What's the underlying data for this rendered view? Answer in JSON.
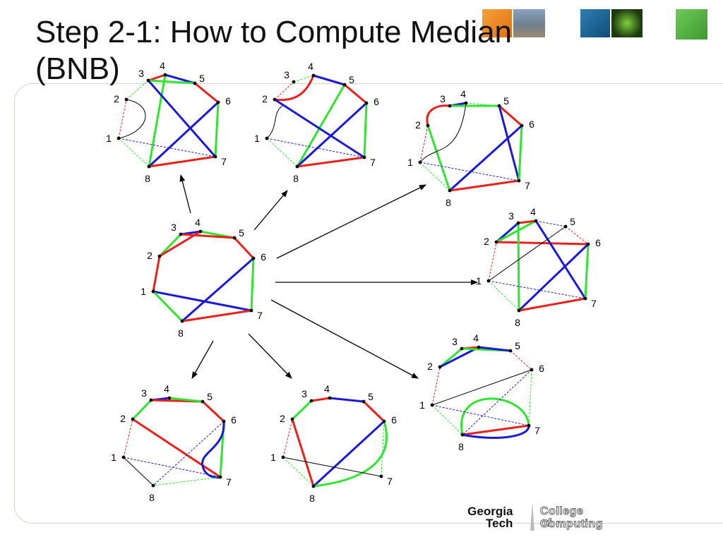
{
  "slide": {
    "title": "Step 2-1: How to Compute Median\n(BNB)",
    "logo": {
      "line1": "Georgia",
      "line2": "Tech",
      "sub1": "College of",
      "sub2": "Computing"
    }
  },
  "colors": {
    "red": "#e8211b",
    "green": "#2ee62e",
    "blue": "#1a1ad6",
    "black": "#000000"
  },
  "nodes": [
    "1",
    "2",
    "3",
    "4",
    "5",
    "6",
    "7",
    "8"
  ],
  "graphs": [
    {
      "id": "center",
      "edges": [
        {
          "a": "3",
          "b": "4",
          "c": "blue",
          "t": "solid"
        },
        {
          "a": "4",
          "b": "5",
          "c": "green",
          "t": "solid"
        },
        {
          "a": "3",
          "b": "5",
          "c": "red",
          "t": "solid"
        },
        {
          "a": "2",
          "b": "3",
          "c": "green",
          "t": "solid"
        },
        {
          "a": "2",
          "b": "4",
          "c": "red",
          "t": "solid"
        },
        {
          "a": "5",
          "b": "6",
          "c": "red",
          "t": "solid"
        },
        {
          "a": "1",
          "b": "2",
          "c": "red",
          "t": "solid"
        },
        {
          "a": "6",
          "b": "7",
          "c": "green",
          "t": "solid"
        },
        {
          "a": "1",
          "b": "7",
          "c": "blue",
          "t": "solid"
        },
        {
          "a": "6",
          "b": "8",
          "c": "blue",
          "t": "solid"
        },
        {
          "a": "7",
          "b": "8",
          "c": "red",
          "t": "solid"
        },
        {
          "a": "1",
          "b": "8",
          "c": "green",
          "t": "solid"
        }
      ]
    },
    {
      "id": "top-left",
      "edges": [
        {
          "a": "3",
          "b": "4",
          "c": "red",
          "t": "solid"
        },
        {
          "a": "4",
          "b": "5",
          "c": "blue",
          "t": "solid"
        },
        {
          "a": "3",
          "b": "5",
          "c": "green",
          "t": "solid"
        },
        {
          "a": "5",
          "b": "6",
          "c": "red",
          "t": "solid"
        },
        {
          "a": "6",
          "b": "7",
          "c": "green",
          "t": "solid"
        },
        {
          "a": "4",
          "b": "8",
          "c": "green",
          "t": "solid"
        },
        {
          "a": "3",
          "b": "7",
          "c": "blue",
          "t": "solid"
        },
        {
          "a": "6",
          "b": "8",
          "c": "blue",
          "t": "solid"
        },
        {
          "a": "7",
          "b": "8",
          "c": "red",
          "t": "solid"
        },
        {
          "a": "2",
          "b": "3",
          "c": "green",
          "t": "dashed"
        },
        {
          "a": "1",
          "b": "2",
          "c": "red",
          "t": "dashed"
        },
        {
          "a": "1",
          "b": "7",
          "c": "blue",
          "t": "dashed"
        },
        {
          "a": "1",
          "b": "8",
          "c": "green",
          "t": "dashed"
        },
        {
          "a": "1",
          "b": "2",
          "c": "black",
          "t": "curve"
        }
      ]
    },
    {
      "id": "top-middle",
      "edges": [
        {
          "a": "4",
          "b": "5",
          "c": "blue",
          "t": "solid"
        },
        {
          "a": "2",
          "b": "4",
          "c": "red",
          "t": "curve"
        },
        {
          "a": "5",
          "b": "6",
          "c": "red",
          "t": "solid"
        },
        {
          "a": "6",
          "b": "7",
          "c": "green",
          "t": "solid"
        },
        {
          "a": "5",
          "b": "8",
          "c": "green",
          "t": "solid"
        },
        {
          "a": "2",
          "b": "7",
          "c": "blue",
          "t": "solid"
        },
        {
          "a": "6",
          "b": "8",
          "c": "blue",
          "t": "solid"
        },
        {
          "a": "7",
          "b": "8",
          "c": "red",
          "t": "solid"
        },
        {
          "a": "2",
          "b": "3",
          "c": "red",
          "t": "dashed"
        },
        {
          "a": "3",
          "b": "4",
          "c": "green",
          "t": "dashed"
        },
        {
          "a": "1",
          "b": "2",
          "c": "black",
          "t": "curve"
        },
        {
          "a": "1",
          "b": "7",
          "c": "blue",
          "t": "dashed"
        },
        {
          "a": "1",
          "b": "8",
          "c": "green",
          "t": "dashed"
        }
      ]
    },
    {
      "id": "top-right",
      "edges": [
        {
          "a": "2",
          "b": "3",
          "c": "red",
          "t": "curve"
        },
        {
          "a": "3",
          "b": "4",
          "c": "blue",
          "t": "solid"
        },
        {
          "a": "3",
          "b": "5",
          "c": "green",
          "t": "solid"
        },
        {
          "a": "5",
          "b": "6",
          "c": "red",
          "t": "solid"
        },
        {
          "a": "5",
          "b": "7",
          "c": "blue",
          "t": "solid"
        },
        {
          "a": "6",
          "b": "7",
          "c": "green",
          "t": "solid"
        },
        {
          "a": "2",
          "b": "8",
          "c": "green",
          "t": "solid"
        },
        {
          "a": "6",
          "b": "8",
          "c": "blue",
          "t": "solid"
        },
        {
          "a": "7",
          "b": "8",
          "c": "red",
          "t": "solid"
        },
        {
          "a": "4",
          "b": "5",
          "c": "green",
          "t": "dashed"
        },
        {
          "a": "1",
          "b": "2",
          "c": "red",
          "t": "dashed"
        },
        {
          "a": "1",
          "b": "7",
          "c": "blue",
          "t": "dashed"
        },
        {
          "a": "1",
          "b": "8",
          "c": "green",
          "t": "dashed"
        },
        {
          "a": "1",
          "b": "4",
          "c": "black",
          "t": "curve"
        }
      ]
    },
    {
      "id": "middle-right",
      "edges": [
        {
          "a": "2",
          "b": "3",
          "c": "blue",
          "t": "solid"
        },
        {
          "a": "2",
          "b": "4",
          "c": "green",
          "t": "solid"
        },
        {
          "a": "3",
          "b": "4",
          "c": "red",
          "t": "solid"
        },
        {
          "a": "2",
          "b": "6",
          "c": "red",
          "t": "solid"
        },
        {
          "a": "3",
          "b": "8",
          "c": "green",
          "t": "solid"
        },
        {
          "a": "4",
          "b": "7",
          "c": "blue",
          "t": "solid"
        },
        {
          "a": "6",
          "b": "7",
          "c": "green",
          "t": "solid"
        },
        {
          "a": "6",
          "b": "8",
          "c": "blue",
          "t": "solid"
        },
        {
          "a": "7",
          "b": "8",
          "c": "red",
          "t": "solid"
        },
        {
          "a": "1",
          "b": "5",
          "c": "black",
          "t": "solid"
        },
        {
          "a": "4",
          "b": "5",
          "c": "blue",
          "t": "dashed"
        },
        {
          "a": "5",
          "b": "6",
          "c": "red",
          "t": "dashed"
        },
        {
          "a": "1",
          "b": "2",
          "c": "red",
          "t": "dashed"
        },
        {
          "a": "1",
          "b": "7",
          "c": "blue",
          "t": "dashed"
        },
        {
          "a": "1",
          "b": "8",
          "c": "green",
          "t": "dashed"
        }
      ]
    },
    {
      "id": "bottom-right",
      "edges": [
        {
          "a": "2",
          "b": "3",
          "c": "green",
          "t": "solid"
        },
        {
          "a": "2",
          "b": "4",
          "c": "blue",
          "t": "solid"
        },
        {
          "a": "3",
          "b": "4",
          "c": "red",
          "t": "solid"
        },
        {
          "a": "3",
          "b": "5",
          "c": "green",
          "t": "solid"
        },
        {
          "a": "4",
          "b": "5",
          "c": "blue",
          "t": "solid"
        },
        {
          "a": "7",
          "b": "8",
          "c": "red",
          "t": "solid"
        },
        {
          "a": "7",
          "b": "8",
          "c": "green",
          "t": "curve"
        },
        {
          "a": "7",
          "b": "8",
          "c": "blue",
          "t": "curve"
        },
        {
          "a": "1",
          "b": "6",
          "c": "black",
          "t": "solid"
        },
        {
          "a": "5",
          "b": "6",
          "c": "red",
          "t": "dashed"
        },
        {
          "a": "1",
          "b": "2",
          "c": "red",
          "t": "dashed"
        },
        {
          "a": "1",
          "b": "7",
          "c": "blue",
          "t": "dashed"
        },
        {
          "a": "6",
          "b": "8",
          "c": "blue",
          "t": "dashed"
        },
        {
          "a": "6",
          "b": "7",
          "c": "green",
          "t": "dashed"
        },
        {
          "a": "1",
          "b": "8",
          "c": "green",
          "t": "dashed"
        }
      ]
    },
    {
      "id": "bottom-left",
      "edges": [
        {
          "a": "2",
          "b": "3",
          "c": "green",
          "t": "solid"
        },
        {
          "a": "3",
          "b": "4",
          "c": "blue",
          "t": "solid"
        },
        {
          "a": "3",
          "b": "5",
          "c": "red",
          "t": "solid"
        },
        {
          "a": "4",
          "b": "5",
          "c": "green",
          "t": "solid"
        },
        {
          "a": "5",
          "b": "6",
          "c": "red",
          "t": "solid"
        },
        {
          "a": "2",
          "b": "7",
          "c": "red",
          "t": "solid"
        },
        {
          "a": "6",
          "b": "7",
          "c": "green",
          "t": "solid"
        },
        {
          "a": "6",
          "b": "7",
          "c": "blue",
          "t": "curve"
        },
        {
          "a": "1",
          "b": "7",
          "c": "blue",
          "t": "dashed"
        },
        {
          "a": "6",
          "b": "8",
          "c": "blue",
          "t": "dashed"
        },
        {
          "a": "7",
          "b": "8",
          "c": "green",
          "t": "dashed"
        },
        {
          "a": "1",
          "b": "2",
          "c": "red",
          "t": "dashed"
        },
        {
          "a": "1",
          "b": "8",
          "c": "black",
          "t": "solid"
        }
      ]
    },
    {
      "id": "bottom-middle",
      "edges": [
        {
          "a": "2",
          "b": "3",
          "c": "green",
          "t": "solid"
        },
        {
          "a": "3",
          "b": "4",
          "c": "red",
          "t": "solid"
        },
        {
          "a": "4",
          "b": "5",
          "c": "blue",
          "t": "solid"
        },
        {
          "a": "5",
          "b": "6",
          "c": "red",
          "t": "solid"
        },
        {
          "a": "2",
          "b": "8",
          "c": "red",
          "t": "solid"
        },
        {
          "a": "6",
          "b": "8",
          "c": "blue",
          "t": "solid"
        },
        {
          "a": "6",
          "b": "8",
          "c": "green",
          "t": "curve"
        },
        {
          "a": "1",
          "b": "7",
          "c": "black",
          "t": "solid"
        },
        {
          "a": "1",
          "b": "2",
          "c": "red",
          "t": "dashed"
        },
        {
          "a": "1",
          "b": "8",
          "c": "green",
          "t": "dashed"
        },
        {
          "a": "6",
          "b": "7",
          "c": "green",
          "t": "dashed"
        }
      ]
    }
  ],
  "arrows": [
    {
      "from": "center",
      "to": "top-left"
    },
    {
      "from": "center",
      "to": "top-middle"
    },
    {
      "from": "center",
      "to": "top-right"
    },
    {
      "from": "center",
      "to": "middle-right"
    },
    {
      "from": "center",
      "to": "bottom-right"
    },
    {
      "from": "center",
      "to": "bottom-left"
    },
    {
      "from": "center",
      "to": "bottom-middle"
    }
  ]
}
